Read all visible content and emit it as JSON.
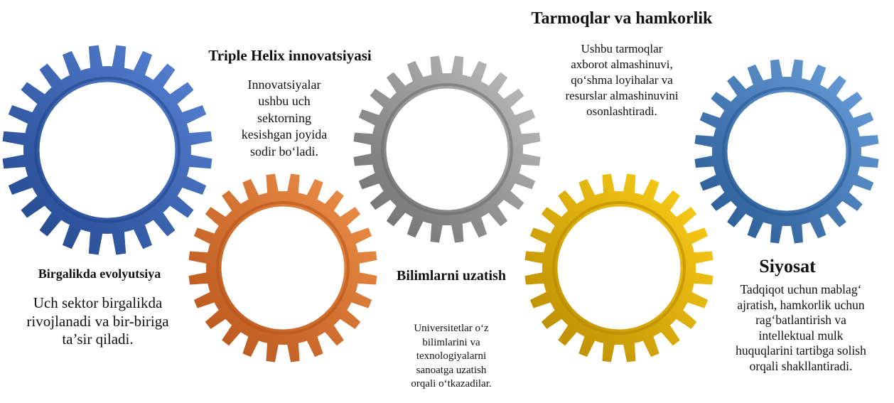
{
  "gears": [
    {
      "id": "gear-blue-left",
      "color": "blue",
      "light": "#5a86d8",
      "dark": "#1f4489"
    },
    {
      "id": "gear-orange",
      "color": "orange",
      "light": "#f0924a",
      "dark": "#b5521a"
    },
    {
      "id": "gear-gray",
      "color": "gray",
      "light": "#c2c2c2",
      "dark": "#6a6a6a"
    },
    {
      "id": "gear-gold",
      "color": "gold",
      "light": "#ffd21a",
      "dark": "#b58700"
    },
    {
      "id": "gear-blue-right",
      "color": "blue",
      "light": "#6ea3de",
      "dark": "#24568f"
    }
  ],
  "sections": {
    "triple_helix": {
      "title": "Triple Helix innovatsiyasi",
      "body": [
        "Innovatsiyalar",
        "ushbu uch",
        "sektorning",
        "kesishgan joyida",
        "sodir bo‘ladi."
      ]
    },
    "tarmoqlar": {
      "title": "Tarmoqlar va hamkorlik",
      "body": [
        "Ushbu tarmoqlar",
        "axborot almashinuvi,",
        "qo‘shma loyihalar va",
        "resurslar almashinuvini",
        "osonlashtiradi."
      ]
    },
    "birgalikda": {
      "title": "Birgalikda evolyutsiya",
      "body": [
        "Uch sektor birgalikda",
        "rivojlanadi va bir-biriga",
        "ta’sir qiladi."
      ]
    },
    "bilimlar": {
      "title": "Bilimlarni uzatish",
      "body": [
        "Universitetlar o‘z",
        "bilimlarini va",
        "texnologiyalarni",
        "sanoatga uzatish",
        "orqali o‘tkazadilar."
      ]
    },
    "siyosat": {
      "title": "Siyosat",
      "body": [
        "Tadqiqot uchun mablag‘",
        "ajratish, hamkorlik uchun",
        "rag‘batlantirish va",
        "intellektual mulk",
        "huquqlarini tartibga solish",
        "orqali shakllantiradi."
      ]
    }
  }
}
